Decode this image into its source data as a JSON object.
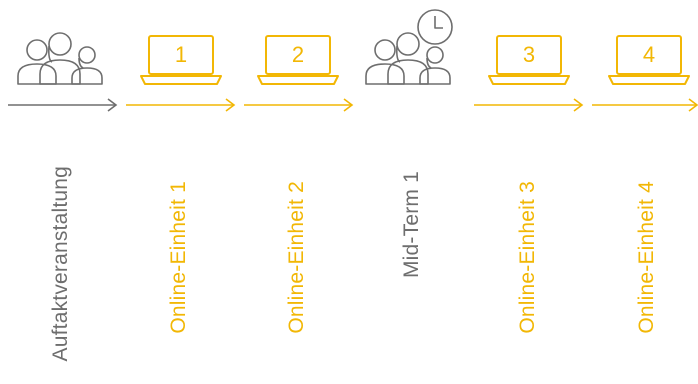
{
  "colors": {
    "gray": "#6e6e6e",
    "gold": "#f2b705"
  },
  "steps": [
    {
      "label": "Auftaktveranstaltung",
      "icon": "group-people-icon",
      "color": "gray"
    },
    {
      "label": "Online-Einheit 1",
      "icon": "laptop-icon",
      "number": "1",
      "color": "gold"
    },
    {
      "label": "Online-Einheit 2",
      "icon": "laptop-icon",
      "number": "2",
      "color": "gold"
    },
    {
      "label": "Mid-Term 1",
      "icon": "group-people-clock-icon",
      "color": "gray"
    },
    {
      "label": "Online-Einheit 3",
      "icon": "laptop-icon",
      "number": "3",
      "color": "gold"
    },
    {
      "label": "Online-Einheit 4",
      "icon": "laptop-icon",
      "number": "4",
      "color": "gold"
    }
  ]
}
